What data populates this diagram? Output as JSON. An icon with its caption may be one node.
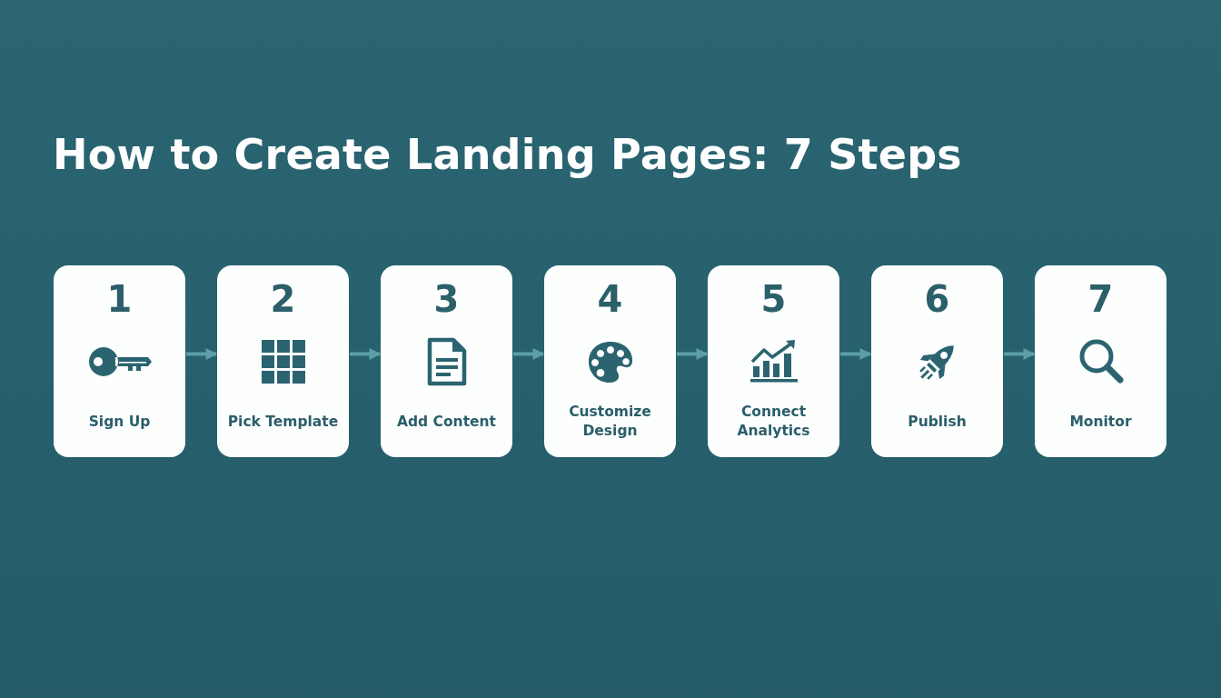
{
  "diagram": {
    "title": "How to Create Landing Pages: 7 Steps",
    "nodes": [
      {
        "text": [
          "1",
          "Sign Up"
        ]
      },
      {
        "text": [
          "2",
          "Pick Template"
        ]
      },
      {
        "text": [
          "3",
          "Add Content"
        ]
      },
      {
        "text": [
          "4",
          "Customize Design"
        ]
      },
      {
        "text": [
          "5",
          "Connect Analytics"
        ]
      },
      {
        "text": [
          "6",
          "Publish"
        ]
      },
      {
        "text": [
          "7",
          "Monitor"
        ]
      }
    ],
    "edges": [
      {
        "from": 0,
        "to": 1,
        "arrow": "to"
      },
      {
        "from": 1,
        "to": 2,
        "arrow": "to"
      },
      {
        "from": 2,
        "to": 3,
        "arrow": "to"
      },
      {
        "from": 3,
        "to": 4,
        "arrow": "to"
      },
      {
        "from": 4,
        "to": 5,
        "arrow": "to"
      },
      {
        "from": 5,
        "to": 6,
        "arrow": "to"
      }
    ]
  }
}
